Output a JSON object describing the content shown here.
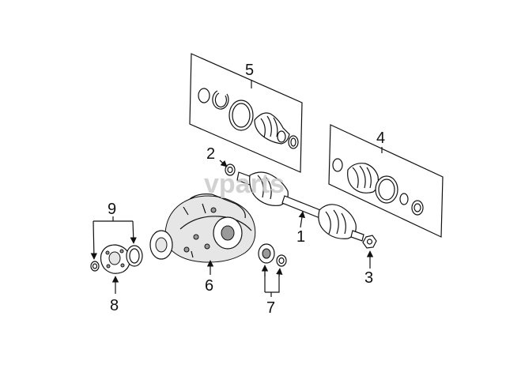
{
  "watermark": "vparts",
  "callouts": [
    {
      "id": "1",
      "label": "1"
    },
    {
      "id": "2",
      "label": "2"
    },
    {
      "id": "3",
      "label": "3"
    },
    {
      "id": "4",
      "label": "4"
    },
    {
      "id": "5",
      "label": "5"
    },
    {
      "id": "6",
      "label": "6"
    },
    {
      "id": "7",
      "label": "7"
    },
    {
      "id": "8",
      "label": "8"
    },
    {
      "id": "9",
      "label": "9"
    }
  ],
  "colors": {
    "ink": "#111111",
    "watermark": "#c9c9c9",
    "background": "#ffffff"
  }
}
